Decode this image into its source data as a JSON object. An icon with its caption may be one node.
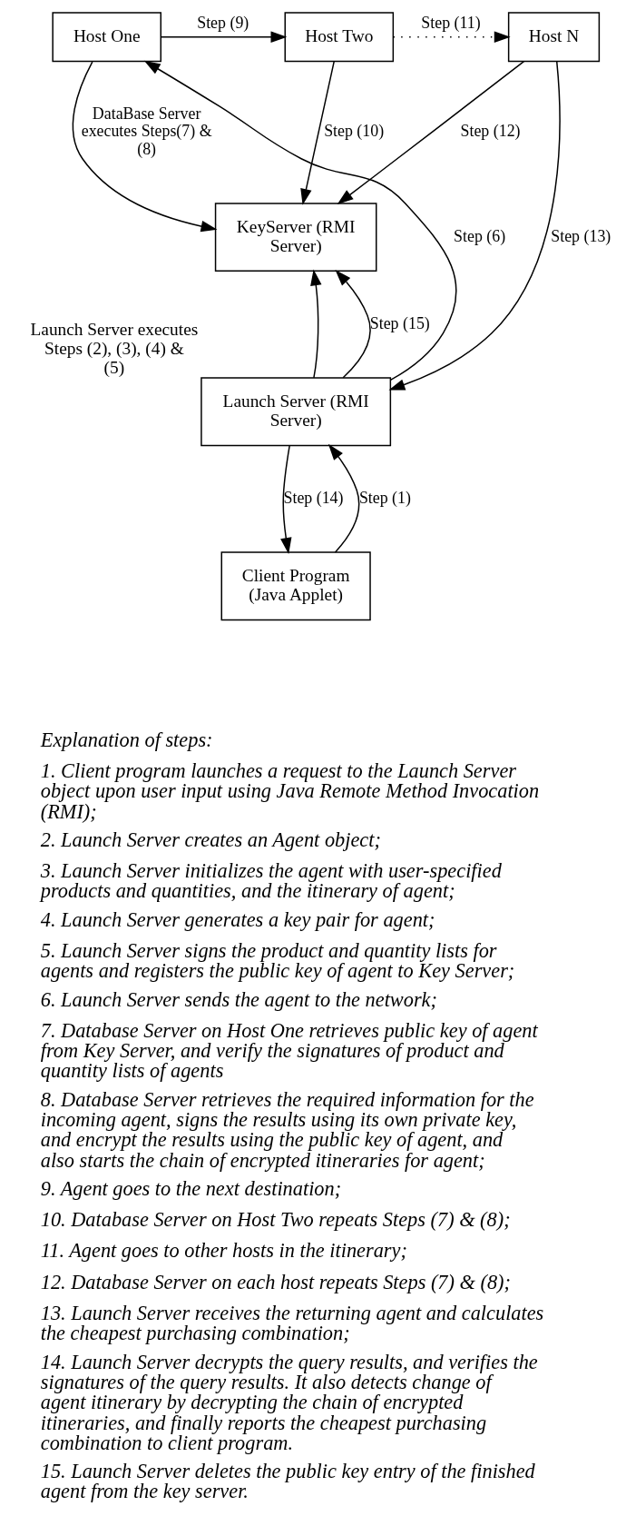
{
  "diagram": {
    "nodes": [
      {
        "text": [
          "Host One"
        ]
      },
      {
        "text": [
          "Host Two"
        ]
      },
      {
        "text": [
          "Host N"
        ]
      },
      {
        "text": [
          "KeyServer (RMI Server)"
        ]
      },
      {
        "text": [
          "Launch Server (RMI Server)"
        ],
        "beside": [
          "Launch Server executes Steps (2), (3), (4) & (5)"
        ]
      },
      {
        "text": [
          "Client Program (Java Applet)"
        ]
      }
    ],
    "edges": [
      {
        "from": 0,
        "to": 1,
        "arrow": "to",
        "label": "Step (9)"
      },
      {
        "from": 1,
        "to": 2,
        "arrow": "to",
        "label": "Step (11)",
        "style": "dashed"
      },
      {
        "from": 0,
        "to": 3,
        "arrow": "to",
        "label": "DataBase Server executes Steps(7) & (8)"
      },
      {
        "from": 1,
        "to": 3,
        "arrow": "to",
        "label": "Step (10)"
      },
      {
        "from": 2,
        "to": 3,
        "arrow": "to",
        "label": "Step (12)"
      },
      {
        "from": 4,
        "to": 3,
        "arrow": "to"
      },
      {
        "from": 4,
        "to": 3,
        "arrow": "to",
        "label": "Step (15)"
      },
      {
        "from": 4,
        "to": 0,
        "arrow": "to",
        "label": "Step (6)"
      },
      {
        "from": 2,
        "to": 4,
        "arrow": "to",
        "label": "Step (13)"
      },
      {
        "from": 5,
        "to": 4,
        "arrow": "to",
        "label": "Step (1)"
      },
      {
        "from": 4,
        "to": 5,
        "arrow": "to",
        "label": "Step (14)"
      }
    ],
    "labels": [
      "Explanation of steps:",
      "1. Client program launches a request to the Launch Server object upon user input using Java Remote Method Invocation (RMI);",
      "2. Launch Server creates an Agent object;",
      "3. Launch Server initializes the agent with user-specified products and quantities, and the itinerary of agent;",
      "4. Launch Server generates a key pair for agent;",
      "5. Launch Server signs the product and quantity lists for agents and registers the public key of agent to Key Server;",
      "6. Launch Server sends the agent to the network;",
      "7. Database Server on Host One retrieves public key of agent from Key Server, and verify the signatures of product and quantity lists of agents",
      "8. Database Server retrieves the required information for the incoming agent, signs the results using its own private key, and encrypt the results using the public key of agent, and also starts the chain of encrypted itineraries for agent;",
      "9. Agent goes to the next destination;",
      "10. Database Server on Host Two repeats Steps (7) & (8);",
      "11. Agent goes to other hosts in the itinerary;",
      "12. Database Server on each host repeats Steps (7) & (8);",
      "13. Launch Server receives the returning agent and calculates the cheapest purchasing combination;",
      "14. Launch Server decrypts the query results, and verifies the signatures of the query results. It also detects change of agent itinerary by decrypting the chain of encrypted itineraries, and finally reports the cheapest purchasing combination to client program.",
      "15. Launch Server deletes the public key entry of the finished agent from the key server."
    ]
  }
}
